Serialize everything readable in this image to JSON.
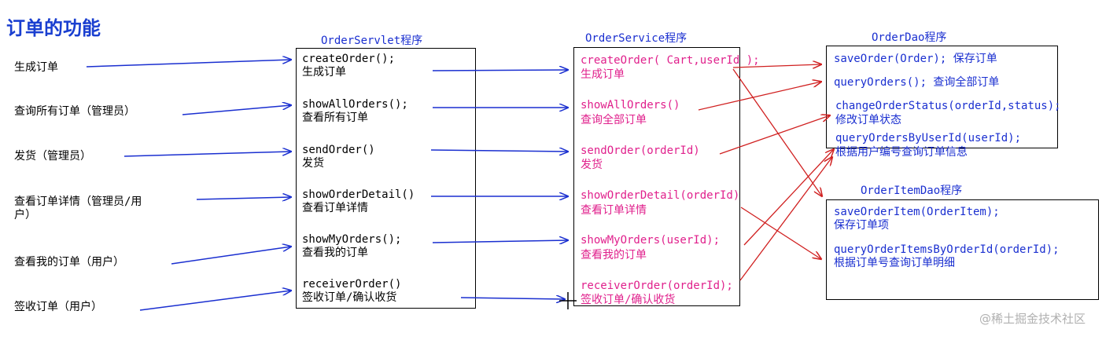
{
  "top_clip": "···································",
  "title": "订单的功能",
  "features": [
    {
      "line1": "生成订单",
      "line2": ""
    },
    {
      "line1": "查询所有订单（管理员）",
      "line2": ""
    },
    {
      "line1": "发货（管理员）",
      "line2": ""
    },
    {
      "line1": "查看订单详情（管理员/用",
      "line2": "户）"
    },
    {
      "line1": "查看我的订单（用户）",
      "line2": ""
    },
    {
      "line1": "签收订单（用户）",
      "line2": ""
    }
  ],
  "servlet": {
    "header": "OrderServlet程序",
    "items": [
      {
        "method": "createOrder();",
        "desc": "生成订单"
      },
      {
        "method": "showAllOrders();",
        "desc": "查看所有订单"
      },
      {
        "method": "sendOrder()",
        "desc": "发货"
      },
      {
        "method": "showOrderDetail()",
        "desc": "查看订单详情"
      },
      {
        "method": "showMyOrders();",
        "desc": "查看我的订单"
      },
      {
        "method": "receiverOrder()",
        "desc": "签收订单/确认收货"
      }
    ]
  },
  "service": {
    "header": "OrderService程序",
    "items": [
      {
        "method": "createOrder( Cart,userId );",
        "desc": "生成订单"
      },
      {
        "method": "showAllOrders()",
        "desc": "查询全部订单"
      },
      {
        "method": "sendOrder(orderId)",
        "desc": "发货"
      },
      {
        "method": "showOrderDetail(orderId)",
        "desc": "查看订单详情"
      },
      {
        "method": "showMyOrders(userId);",
        "desc": "查看我的订单"
      },
      {
        "method": "receiverOrder(orderId);",
        "desc": "签收订单/确认收货"
      }
    ]
  },
  "orderDao": {
    "header": "OrderDao程序",
    "lines": [
      "saveOrder(Order); 保存订单",
      "queryOrders(); 查询全部订单",
      "changeOrderStatus(orderId,status);",
      "修改订单状态",
      "queryOrdersByUserId(userId);",
      "根据用户编号查询订单信息"
    ]
  },
  "orderItemDao": {
    "header": "OrderItemDao程序",
    "lines": [
      "saveOrderItem(OrderItem);",
      "保存订单项",
      "queryOrderItemsByOrderId(orderId);",
      "根据订单号查询订单明细"
    ]
  },
  "watermark": "@稀土掘金技术社区",
  "colors": {
    "title": "#1a3fd0",
    "header": "#1a2fd0",
    "service_text": "#e0208c",
    "dao_text": "#1a2fd0",
    "blue_arrow": "#1a2fd0",
    "red_arrow": "#d02020"
  }
}
